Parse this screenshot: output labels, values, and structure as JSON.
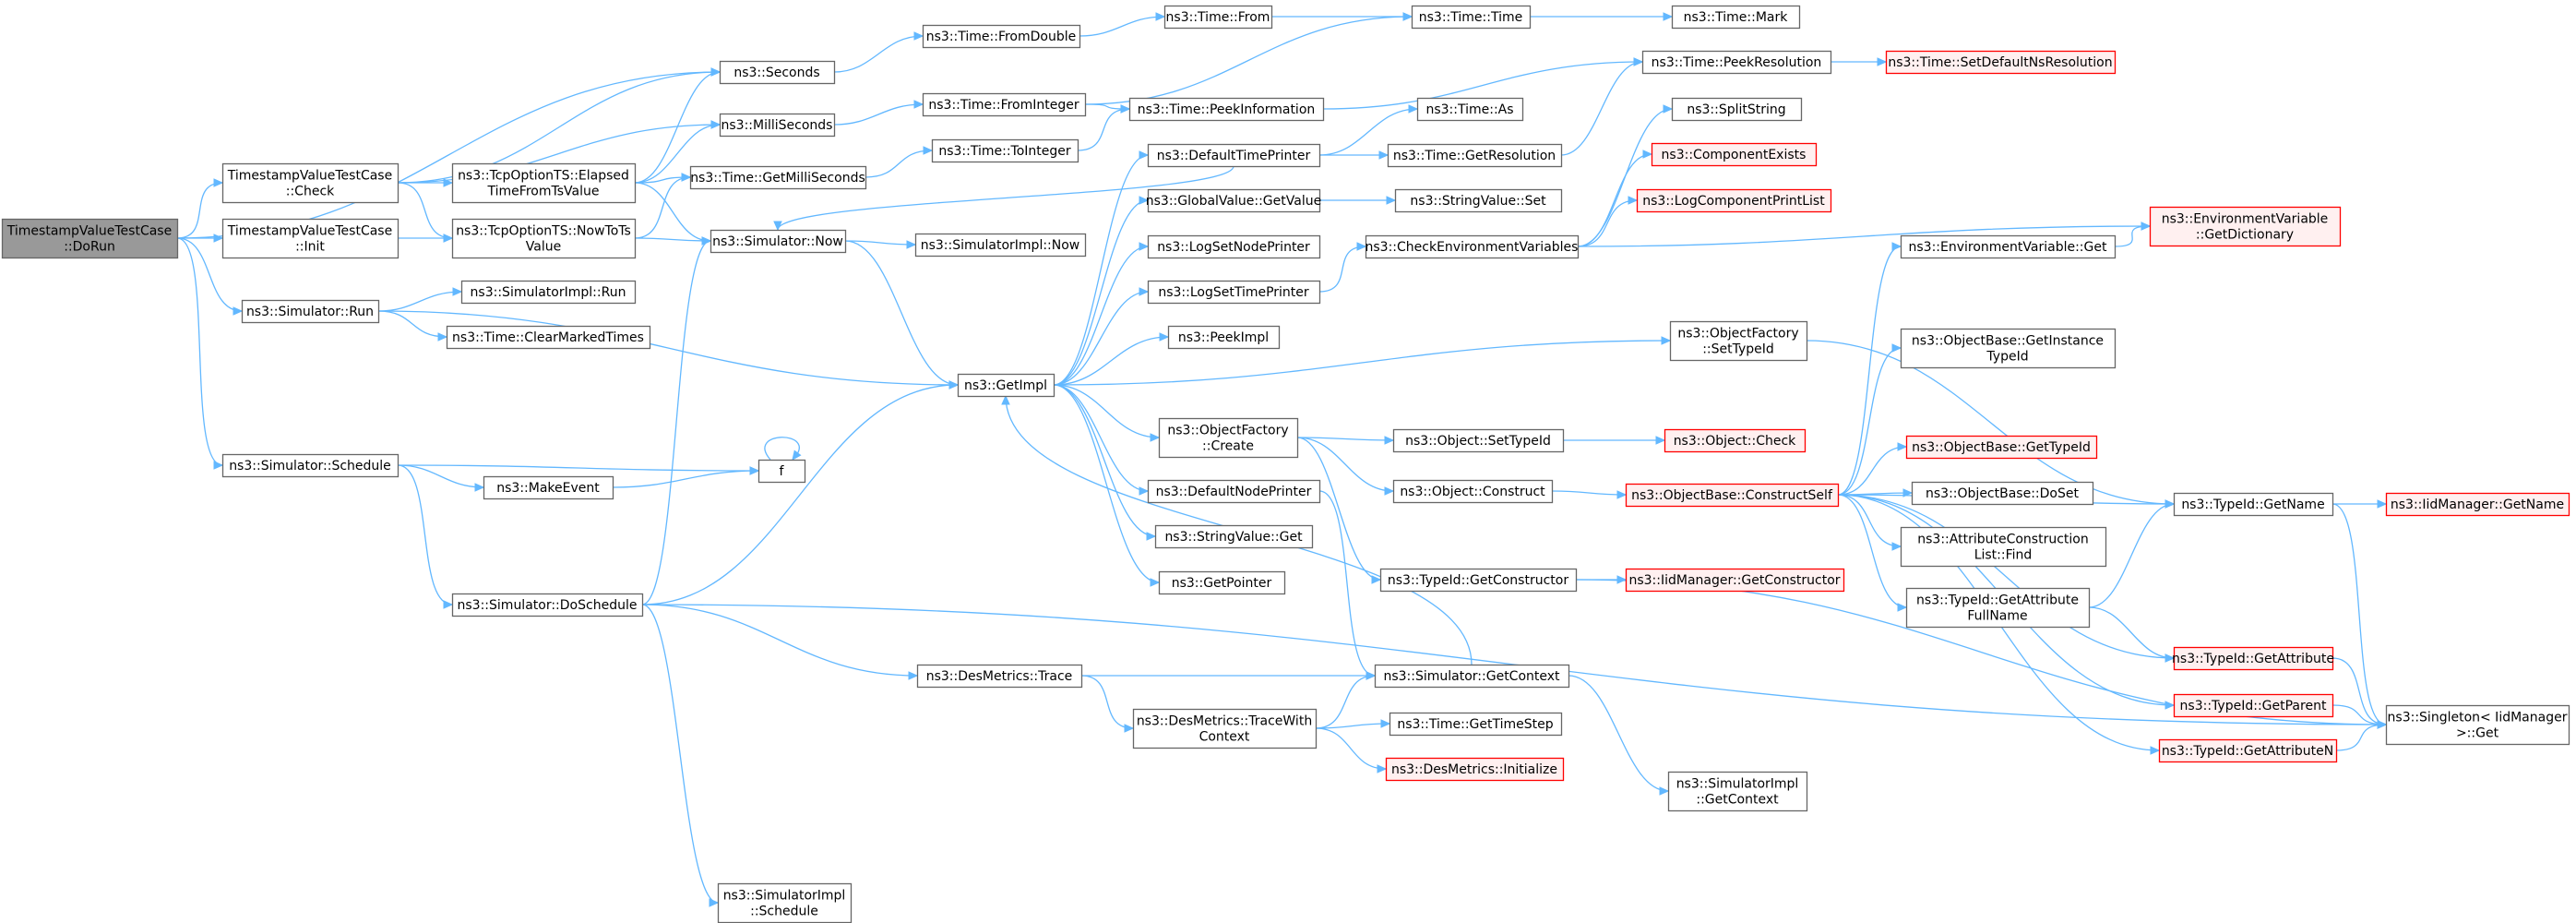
{
  "colors": {
    "edge": "#63b8ff",
    "border_normal": "#666666",
    "fill_normal": "#ffffff",
    "border_truncated": "#ff0000",
    "fill_truncated": "#fff0f0",
    "border_root": "#666666",
    "fill_root": "#999999"
  },
  "nodes": {
    "root": {
      "lines": [
        "TimestampValueTestCase",
        "::DoRun"
      ],
      "kind": "root"
    },
    "tvtc_check": {
      "lines": [
        "TimestampValueTestCase",
        "::Check"
      ],
      "kind": "normal"
    },
    "tvtc_init": {
      "lines": [
        "TimestampValueTestCase",
        "::Init"
      ],
      "kind": "normal"
    },
    "sim_run": {
      "lines": [
        "ns3::Simulator::Run"
      ],
      "kind": "normal"
    },
    "sim_schedule": {
      "lines": [
        "ns3::Simulator::Schedule"
      ],
      "kind": "normal"
    },
    "seconds": {
      "lines": [
        "ns3::Seconds"
      ],
      "kind": "normal"
    },
    "millis": {
      "lines": [
        "ns3::MilliSeconds"
      ],
      "kind": "normal"
    },
    "elapsed": {
      "lines": [
        "ns3::TcpOptionTS::Elapsed",
        "TimeFromTsValue"
      ],
      "kind": "normal"
    },
    "nowtots": {
      "lines": [
        "ns3::TcpOptionTS::NowToTs",
        "Value"
      ],
      "kind": "normal"
    },
    "getms": {
      "lines": [
        "ns3::Time::GetMilliSeconds"
      ],
      "kind": "normal"
    },
    "sim_now": {
      "lines": [
        "ns3::Simulator::Now"
      ],
      "kind": "normal"
    },
    "simimpl_run": {
      "lines": [
        "ns3::SimulatorImpl::Run"
      ],
      "kind": "normal"
    },
    "clearmarked": {
      "lines": [
        "ns3::Time::ClearMarkedTimes"
      ],
      "kind": "normal"
    },
    "makeevent": {
      "lines": [
        "ns3::MakeEvent"
      ],
      "kind": "normal"
    },
    "f": {
      "lines": [
        "f"
      ],
      "kind": "normal"
    },
    "doschedule": {
      "lines": [
        "ns3::Simulator::DoSchedule"
      ],
      "kind": "normal"
    },
    "simimpl_schedule": {
      "lines": [
        "ns3::SimulatorImpl",
        "::Schedule"
      ],
      "kind": "normal"
    },
    "fromdouble": {
      "lines": [
        "ns3::Time::FromDouble"
      ],
      "kind": "normal"
    },
    "frominteger": {
      "lines": [
        "ns3::Time::FromInteger"
      ],
      "kind": "normal"
    },
    "tointeger": {
      "lines": [
        "ns3::Time::ToInteger"
      ],
      "kind": "normal"
    },
    "simimpl_now": {
      "lines": [
        "ns3::SimulatorImpl::Now"
      ],
      "kind": "normal"
    },
    "getimpl": {
      "lines": [
        "ns3::GetImpl"
      ],
      "kind": "normal"
    },
    "desm_trace": {
      "lines": [
        "ns3::DesMetrics::Trace"
      ],
      "kind": "normal"
    },
    "desm_tracewith": {
      "lines": [
        "ns3::DesMetrics::TraceWith",
        "Context"
      ],
      "kind": "normal"
    },
    "time_from": {
      "lines": [
        "ns3::Time::From"
      ],
      "kind": "normal"
    },
    "peekinfo": {
      "lines": [
        "ns3::Time::PeekInformation"
      ],
      "kind": "normal"
    },
    "deftimeprinter": {
      "lines": [
        "ns3::DefaultTimePrinter"
      ],
      "kind": "normal"
    },
    "gv_getvalue": {
      "lines": [
        "ns3::GlobalValue::GetValue"
      ],
      "kind": "normal"
    },
    "logsetnode": {
      "lines": [
        "ns3::LogSetNodePrinter"
      ],
      "kind": "normal"
    },
    "logsettime": {
      "lines": [
        "ns3::LogSetTimePrinter"
      ],
      "kind": "normal"
    },
    "peekimpl": {
      "lines": [
        "ns3::PeekImpl"
      ],
      "kind": "normal"
    },
    "objfactory_create": {
      "lines": [
        "ns3::ObjectFactory",
        "::Create"
      ],
      "kind": "normal"
    },
    "defnodeprinter": {
      "lines": [
        "ns3::DefaultNodePrinter"
      ],
      "kind": "normal"
    },
    "stringvalue_get": {
      "lines": [
        "ns3::StringValue::Get"
      ],
      "kind": "normal"
    },
    "getpointer": {
      "lines": [
        "ns3::GetPointer"
      ],
      "kind": "normal"
    },
    "time_time": {
      "lines": [
        "ns3::Time::Time"
      ],
      "kind": "normal"
    },
    "time_as": {
      "lines": [
        "ns3::Time::As"
      ],
      "kind": "normal"
    },
    "getresolution": {
      "lines": [
        "ns3::Time::GetResolution"
      ],
      "kind": "normal"
    },
    "stringvalue_set": {
      "lines": [
        "ns3::StringValue::Set"
      ],
      "kind": "normal"
    },
    "checkenv": {
      "lines": [
        "ns3::CheckEnvironmentVariables"
      ],
      "kind": "normal"
    },
    "obj_settypeid": {
      "lines": [
        "ns3::Object::SetTypeId"
      ],
      "kind": "normal"
    },
    "obj_construct": {
      "lines": [
        "ns3::Object::Construct"
      ],
      "kind": "normal"
    },
    "typeid_getctor": {
      "lines": [
        "ns3::TypeId::GetConstructor"
      ],
      "kind": "normal"
    },
    "sim_getcontext": {
      "lines": [
        "ns3::Simulator::GetContext"
      ],
      "kind": "normal"
    },
    "gettimestep": {
      "lines": [
        "ns3::Time::GetTimeStep"
      ],
      "kind": "normal"
    },
    "desm_init": {
      "lines": [
        "ns3::DesMetrics::Initialize"
      ],
      "kind": "truncated"
    },
    "time_mark": {
      "lines": [
        "ns3::Time::Mark"
      ],
      "kind": "normal"
    },
    "peekres": {
      "lines": [
        "ns3::Time::PeekResolution"
      ],
      "kind": "normal"
    },
    "splitstring": {
      "lines": [
        "ns3::SplitString"
      ],
      "kind": "normal"
    },
    "compexists": {
      "lines": [
        "ns3::ComponentExists"
      ],
      "kind": "truncated"
    },
    "logcompprint": {
      "lines": [
        "ns3::LogComponentPrintList"
      ],
      "kind": "truncated"
    },
    "envvar_get": {
      "lines": [
        "ns3::EnvironmentVariable::Get"
      ],
      "kind": "normal"
    },
    "objfactory_settypeid": {
      "lines": [
        "ns3::ObjectFactory",
        "::SetTypeId"
      ],
      "kind": "normal"
    },
    "obj_check": {
      "lines": [
        "ns3::Object::Check"
      ],
      "kind": "truncated"
    },
    "ob_constructself": {
      "lines": [
        "ns3::ObjectBase::ConstructSelf"
      ],
      "kind": "truncated"
    },
    "iid_getctor": {
      "lines": [
        "ns3::IidManager::GetConstructor"
      ],
      "kind": "truncated"
    },
    "simimpl_getcontext": {
      "lines": [
        "ns3::SimulatorImpl",
        "::GetContext"
      ],
      "kind": "normal"
    },
    "setdefaultres": {
      "lines": [
        "ns3::Time::SetDefaultNsResolution"
      ],
      "kind": "truncated"
    },
    "envvar_getdict": {
      "lines": [
        "ns3::EnvironmentVariable",
        "::GetDictionary"
      ],
      "kind": "truncated"
    },
    "ob_getinstance": {
      "lines": [
        "ns3::ObjectBase::GetInstance",
        "TypeId"
      ],
      "kind": "normal"
    },
    "ob_gettypeid": {
      "lines": [
        "ns3::ObjectBase::GetTypeId"
      ],
      "kind": "truncated"
    },
    "ob_doset": {
      "lines": [
        "ns3::ObjectBase::DoSet"
      ],
      "kind": "normal"
    },
    "attrconstr_find": {
      "lines": [
        "ns3::AttributeConstruction",
        "List::Find"
      ],
      "kind": "normal"
    },
    "typeid_getattrfull": {
      "lines": [
        "ns3::TypeId::GetAttribute",
        "FullName"
      ],
      "kind": "normal"
    },
    "typeid_getname": {
      "lines": [
        "ns3::TypeId::GetName"
      ],
      "kind": "normal"
    },
    "typeid_getattr": {
      "lines": [
        "ns3::TypeId::GetAttribute"
      ],
      "kind": "truncated"
    },
    "typeid_getparent": {
      "lines": [
        "ns3::TypeId::GetParent"
      ],
      "kind": "truncated"
    },
    "typeid_getattrn": {
      "lines": [
        "ns3::TypeId::GetAttributeN"
      ],
      "kind": "truncated"
    },
    "iid_getname": {
      "lines": [
        "ns3::IidManager::GetName"
      ],
      "kind": "truncated"
    },
    "singleton_get": {
      "lines": [
        "ns3::Singleton< IidManager",
        " >::Get"
      ],
      "kind": "normal"
    }
  },
  "edges": [
    [
      "root",
      "seconds"
    ],
    [
      "root",
      "tvtc_check"
    ],
    [
      "root",
      "tvtc_init"
    ],
    [
      "root",
      "sim_run"
    ],
    [
      "root",
      "sim_schedule"
    ],
    [
      "tvtc_check",
      "seconds"
    ],
    [
      "tvtc_check",
      "millis"
    ],
    [
      "tvtc_check",
      "elapsed"
    ],
    [
      "tvtc_check",
      "nowtots"
    ],
    [
      "tvtc_init",
      "nowtots"
    ],
    [
      "elapsed",
      "seconds"
    ],
    [
      "elapsed",
      "millis"
    ],
    [
      "elapsed",
      "getms"
    ],
    [
      "elapsed",
      "sim_now"
    ],
    [
      "nowtots",
      "getms"
    ],
    [
      "nowtots",
      "sim_now"
    ],
    [
      "seconds",
      "fromdouble"
    ],
    [
      "millis",
      "frominteger"
    ],
    [
      "getms",
      "tointeger"
    ],
    [
      "sim_now",
      "simimpl_now"
    ],
    [
      "sim_now",
      "getimpl"
    ],
    [
      "sim_run",
      "simimpl_run"
    ],
    [
      "sim_run",
      "clearmarked"
    ],
    [
      "sim_run",
      "getimpl"
    ],
    [
      "sim_schedule",
      "makeevent"
    ],
    [
      "sim_schedule",
      "f"
    ],
    [
      "sim_schedule",
      "doschedule"
    ],
    [
      "makeevent",
      "f"
    ],
    [
      "f",
      "f"
    ],
    [
      "doschedule",
      "sim_now"
    ],
    [
      "doschedule",
      "getimpl"
    ],
    [
      "doschedule",
      "desm_trace"
    ],
    [
      "doschedule",
      "simimpl_schedule"
    ],
    [
      "doschedule",
      "singleton_get"
    ],
    [
      "fromdouble",
      "time_from"
    ],
    [
      "frominteger",
      "peekinfo"
    ],
    [
      "frominteger",
      "time_time"
    ],
    [
      "tointeger",
      "peekinfo"
    ],
    [
      "time_from",
      "time_time"
    ],
    [
      "time_time",
      "time_mark"
    ],
    [
      "peekinfo",
      "peekres"
    ],
    [
      "peekres",
      "setdefaultres"
    ],
    [
      "getimpl",
      "deftimeprinter"
    ],
    [
      "getimpl",
      "gv_getvalue"
    ],
    [
      "getimpl",
      "logsetnode"
    ],
    [
      "getimpl",
      "logsettime"
    ],
    [
      "getimpl",
      "peekimpl"
    ],
    [
      "getimpl",
      "objfactory_create"
    ],
    [
      "getimpl",
      "defnodeprinter"
    ],
    [
      "getimpl",
      "stringvalue_get"
    ],
    [
      "getimpl",
      "getpointer"
    ],
    [
      "getimpl",
      "objfactory_settypeid"
    ],
    [
      "deftimeprinter",
      "sim_now"
    ],
    [
      "deftimeprinter",
      "time_as"
    ],
    [
      "deftimeprinter",
      "getresolution"
    ],
    [
      "getresolution",
      "peekres"
    ],
    [
      "gv_getvalue",
      "stringvalue_set"
    ],
    [
      "logsettime",
      "checkenv"
    ],
    [
      "checkenv",
      "splitstring"
    ],
    [
      "checkenv",
      "compexists"
    ],
    [
      "checkenv",
      "logcompprint"
    ],
    [
      "checkenv",
      "envvar_getdict"
    ],
    [
      "envvar_get",
      "envvar_getdict"
    ],
    [
      "objfactory_create",
      "obj_settypeid"
    ],
    [
      "objfactory_create",
      "obj_construct"
    ],
    [
      "objfactory_create",
      "typeid_getctor"
    ],
    [
      "obj_settypeid",
      "obj_check"
    ],
    [
      "obj_construct",
      "ob_constructself"
    ],
    [
      "typeid_getctor",
      "iid_getctor"
    ],
    [
      "typeid_getctor",
      "singleton_get"
    ],
    [
      "defnodeprinter",
      "sim_getcontext"
    ],
    [
      "sim_getcontext",
      "getimpl"
    ],
    [
      "sim_getcontext",
      "simimpl_getcontext"
    ],
    [
      "desm_trace",
      "sim_getcontext"
    ],
    [
      "desm_trace",
      "desm_tracewith"
    ],
    [
      "desm_tracewith",
      "sim_getcontext"
    ],
    [
      "desm_tracewith",
      "gettimestep"
    ],
    [
      "desm_tracewith",
      "desm_init"
    ],
    [
      "objfactory_settypeid",
      "typeid_getname"
    ],
    [
      "ob_constructself",
      "envvar_get"
    ],
    [
      "ob_constructself",
      "ob_getinstance"
    ],
    [
      "ob_constructself",
      "ob_gettypeid"
    ],
    [
      "ob_constructself",
      "ob_doset"
    ],
    [
      "ob_constructself",
      "attrconstr_find"
    ],
    [
      "ob_constructself",
      "typeid_getattrfull"
    ],
    [
      "ob_constructself",
      "typeid_getname"
    ],
    [
      "ob_constructself",
      "typeid_getattr"
    ],
    [
      "ob_constructself",
      "typeid_getparent"
    ],
    [
      "ob_constructself",
      "typeid_getattrn"
    ],
    [
      "typeid_getattrfull",
      "typeid_getname"
    ],
    [
      "typeid_getattrfull",
      "typeid_getattr"
    ],
    [
      "typeid_getname",
      "iid_getname"
    ],
    [
      "typeid_getname",
      "singleton_get"
    ],
    [
      "typeid_getattr",
      "singleton_get"
    ],
    [
      "typeid_getparent",
      "singleton_get"
    ],
    [
      "typeid_getattrn",
      "singleton_get"
    ]
  ]
}
